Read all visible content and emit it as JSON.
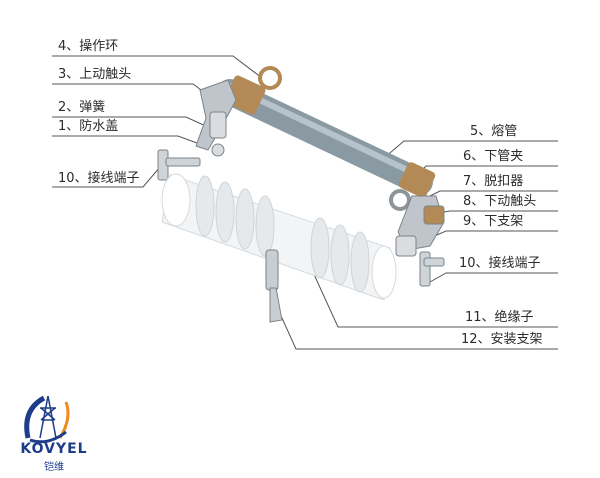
{
  "labels": {
    "l4": "4、操作环",
    "l3": "3、上动触头",
    "l2": "2、弹簧",
    "l1": "1、防水盖",
    "l10a": "10、接线端子",
    "l5": "5、熔管",
    "l6": "6、下管夹",
    "l7": "7、脱扣器",
    "l8": "8、下动触头",
    "l9": "9、下支架",
    "l10b": "10、接线端子",
    "l11": "11、绝缘子",
    "l12": "12、安装支架"
  },
  "logo": {
    "name": "KOVYEL",
    "sub": "铠维"
  },
  "colors": {
    "tube": "#8a9aa3",
    "insulator": "#f2f4f6",
    "bronze": "#b38a55",
    "leader": "#555555",
    "logo_blue": "#1d3c8a",
    "logo_orange": "#f08a1a"
  }
}
